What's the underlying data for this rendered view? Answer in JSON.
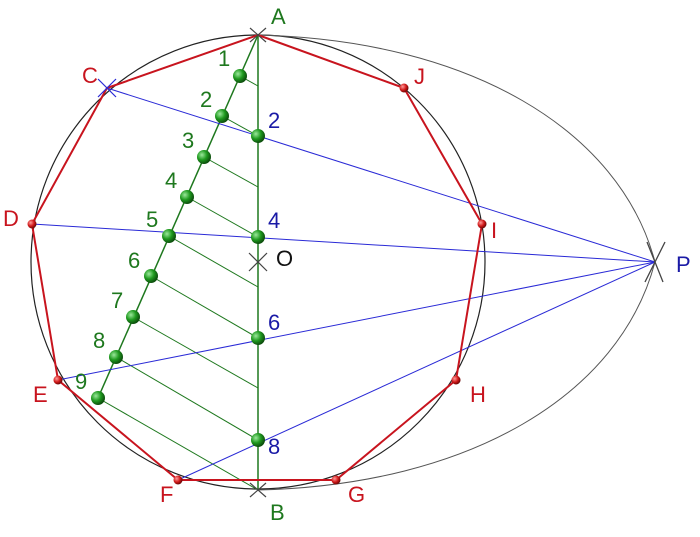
{
  "points": {
    "A": "A",
    "B": "B",
    "C": "C",
    "D": "D",
    "E": "E",
    "F": "F",
    "G": "G",
    "H": "H",
    "I": "I",
    "J": "J",
    "O": "O",
    "P": "P"
  },
  "division_labels": [
    "1",
    "2",
    "3",
    "4",
    "5",
    "6",
    "7",
    "8",
    "9"
  ],
  "axis_labels": [
    "2",
    "4",
    "6",
    "8"
  ],
  "colors": {
    "polygon": "#c8141e",
    "construction": "#1e781e",
    "projection": "#2a2ad6",
    "circle": "#222222",
    "arc": "#555555"
  }
}
